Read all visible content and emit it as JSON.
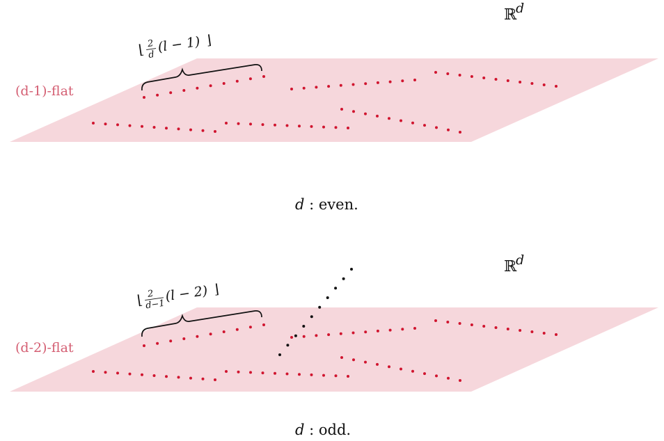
{
  "panels": [
    {
      "flat_label": "(d-1)-flat",
      "space_symbol": "ℝ",
      "space_exp": "d",
      "brace": {
        "floor_open": "⌊",
        "frac_num": "2",
        "frac_den": "d",
        "body": "(l − 1)",
        "floor_close": "⌋"
      },
      "caption_var": "d",
      "caption_text": " : even.",
      "colors": {
        "plane": "#f6d7dc",
        "dot": "#d0152f"
      }
    },
    {
      "flat_label": "(d-2)-flat",
      "space_symbol": "ℝ",
      "space_exp": "d",
      "brace": {
        "floor_open": "⌊",
        "frac_num": "2",
        "frac_den": "d−1",
        "body": "(l − 2)",
        "floor_close": "⌋"
      },
      "caption_var": "d",
      "caption_text": " : odd.",
      "colors": {
        "plane": "#f6d7dc",
        "dot": "#d0152f",
        "offplane_dot": "#111111"
      }
    }
  ]
}
